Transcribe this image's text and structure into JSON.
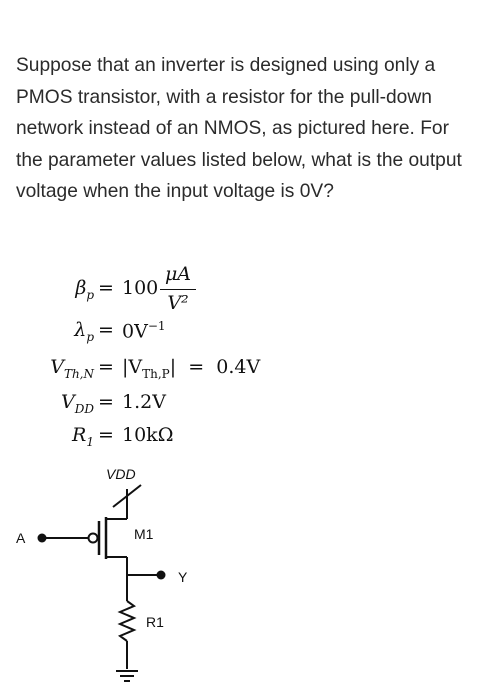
{
  "question": {
    "lines": [
      "Suppose that an inverter is designed using only a",
      "PMOS transistor, with a resistor for the pull-down",
      "network instead of an NMOS, as pictured here.  For",
      "the parameter values listed below, what is the output",
      "voltage when the input voltage is 0V?"
    ]
  },
  "params": {
    "beta": {
      "symbol": "β",
      "sub": "p",
      "value": "100",
      "unit_num": "μA",
      "unit_den": "V²"
    },
    "lambda": {
      "symbol": "λ",
      "sub": "p",
      "value": "0V",
      "exp": "−1"
    },
    "vth": {
      "symbol": "V",
      "sub": "Th,N",
      "mid": "|V",
      "mid_sub": "Th,P",
      "mid_end": "|",
      "value": "0.4V"
    },
    "vdd": {
      "symbol": "V",
      "sub": "DD",
      "value": "1.2V"
    },
    "r1": {
      "symbol": "R",
      "sub": "1",
      "value": "10kΩ"
    }
  },
  "circuit": {
    "vdd_label": "VDD",
    "transistor_label": "M1",
    "input_label": "A",
    "output_label": "Y",
    "resistor_label": "R1"
  }
}
